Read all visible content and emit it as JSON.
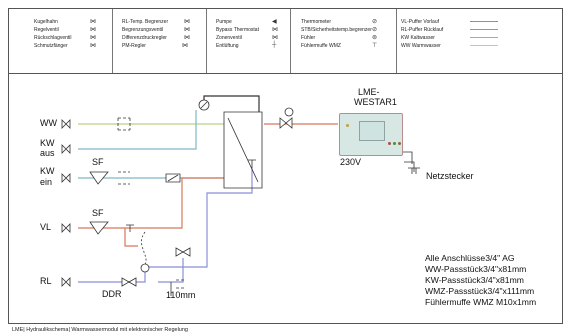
{
  "colors": {
    "vl_vorlauf": "#d9775a",
    "rl_ruecklauf": "#8a8fd6",
    "kaltwasser": "#7fb8c8",
    "warmwasser": "#b5d48a",
    "line": "#333333",
    "device_body": "#d7e7e4"
  },
  "legend": {
    "col1": [
      {
        "label": "Kugelhahn",
        "icon": "ball-valve-icon",
        "glyph": "⋈"
      },
      {
        "label": "Regelventil",
        "icon": "control-valve-icon",
        "glyph": "⋈"
      },
      {
        "label": "Rückschlagventil",
        "icon": "check-valve-icon",
        "glyph": "⋈"
      },
      {
        "label": "Schmutzfänger",
        "icon": "strainer-icon",
        "glyph": "⋈"
      }
    ],
    "col2": [
      {
        "label": "RL-Temp. Begrenzer",
        "icon": "return-temp-limiter-icon",
        "glyph": "⋈"
      },
      {
        "label": "Begrenzungsventil",
        "icon": "limiting-valve-icon",
        "glyph": "⋈"
      },
      {
        "label": "Differenzdruckregler",
        "icon": "diff-pressure-regulator-icon",
        "glyph": "⋈"
      },
      {
        "label": "PM-Regler",
        "icon": "pm-regulator-icon",
        "glyph": "⋈"
      }
    ],
    "col3": [
      {
        "label": "Pumpe",
        "icon": "pump-icon",
        "glyph": "◀"
      },
      {
        "label": "Bypass Thermostat",
        "icon": "bypass-thermostat-icon",
        "glyph": "⋈"
      },
      {
        "label": "Zonenventil",
        "icon": "zone-valve-icon",
        "glyph": "⋈"
      },
      {
        "label": "Entlüftung",
        "icon": "vent-icon",
        "glyph": "┼"
      }
    ],
    "col4": [
      {
        "label": "Thermometer",
        "icon": "thermometer-icon",
        "glyph": "⊘"
      },
      {
        "label": "STB/Sicherheitstemp.begrenzer",
        "icon": "stb-limiter-icon",
        "glyph": "⊘"
      },
      {
        "label": "Fühler",
        "icon": "sensor-icon",
        "glyph": "⊚"
      },
      {
        "label": "Fühlermuffe WMZ",
        "icon": "sensor-sleeve-icon",
        "glyph": "⊤"
      }
    ],
    "col5": [
      {
        "label": "VL-Puffer Vorlauf",
        "color": "#d9775a"
      },
      {
        "label": "RL-Puffer Rücklauf",
        "color": "#8a8fd6"
      },
      {
        "label": "KW Kaltwasser",
        "color": "#7fb8c8"
      },
      {
        "label": "WW Warmwasser",
        "color": "#b5d48a"
      }
    ]
  },
  "labels": {
    "ww": "WW",
    "kw_aus_1": "KW",
    "kw_aus_2": "aus",
    "kw_ein_1": "KW",
    "kw_ein_2": "ein",
    "sf1": "SF",
    "sf2": "SF",
    "vl": "VL",
    "rl": "RL",
    "ddr": "DDR",
    "dim_110": "110mm",
    "device_1": "LME-",
    "device_2": "WESTAR1",
    "voltage": "230V",
    "plug": "Netzstecker"
  },
  "notes": [
    "Alle Anschlüsse3/4\"  AG",
    "WW-Passstück3/4\"x81mm",
    "KW-Passstück3/4\"x81mm",
    "WMZ-Passstück3/4\"x111mm",
    "Fühlermuffe WMZ M10x1mm"
  ],
  "footer": "LME| Hydraulikschema| Warmwassermodul mit elektronischer Regelung"
}
